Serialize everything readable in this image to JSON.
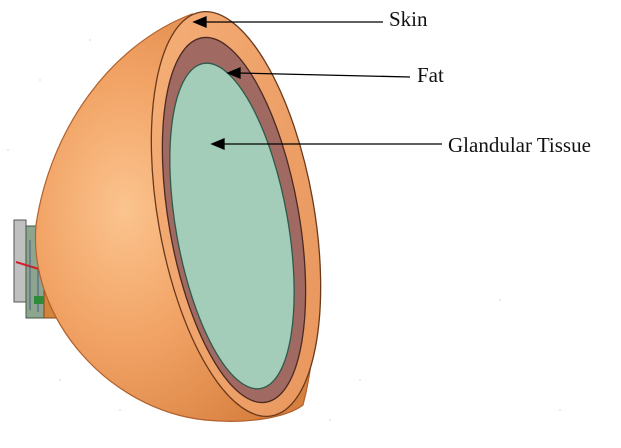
{
  "labels": {
    "skin": "Skin",
    "fat": "Fat",
    "glandular": "Glandular Tissue"
  },
  "colors": {
    "skin": "#f0a160",
    "skin_dark": "#d4783a",
    "fat": "#a06860",
    "glandular": "#a0cbb8",
    "outline": "#5a3020",
    "arrow": "#000000"
  }
}
